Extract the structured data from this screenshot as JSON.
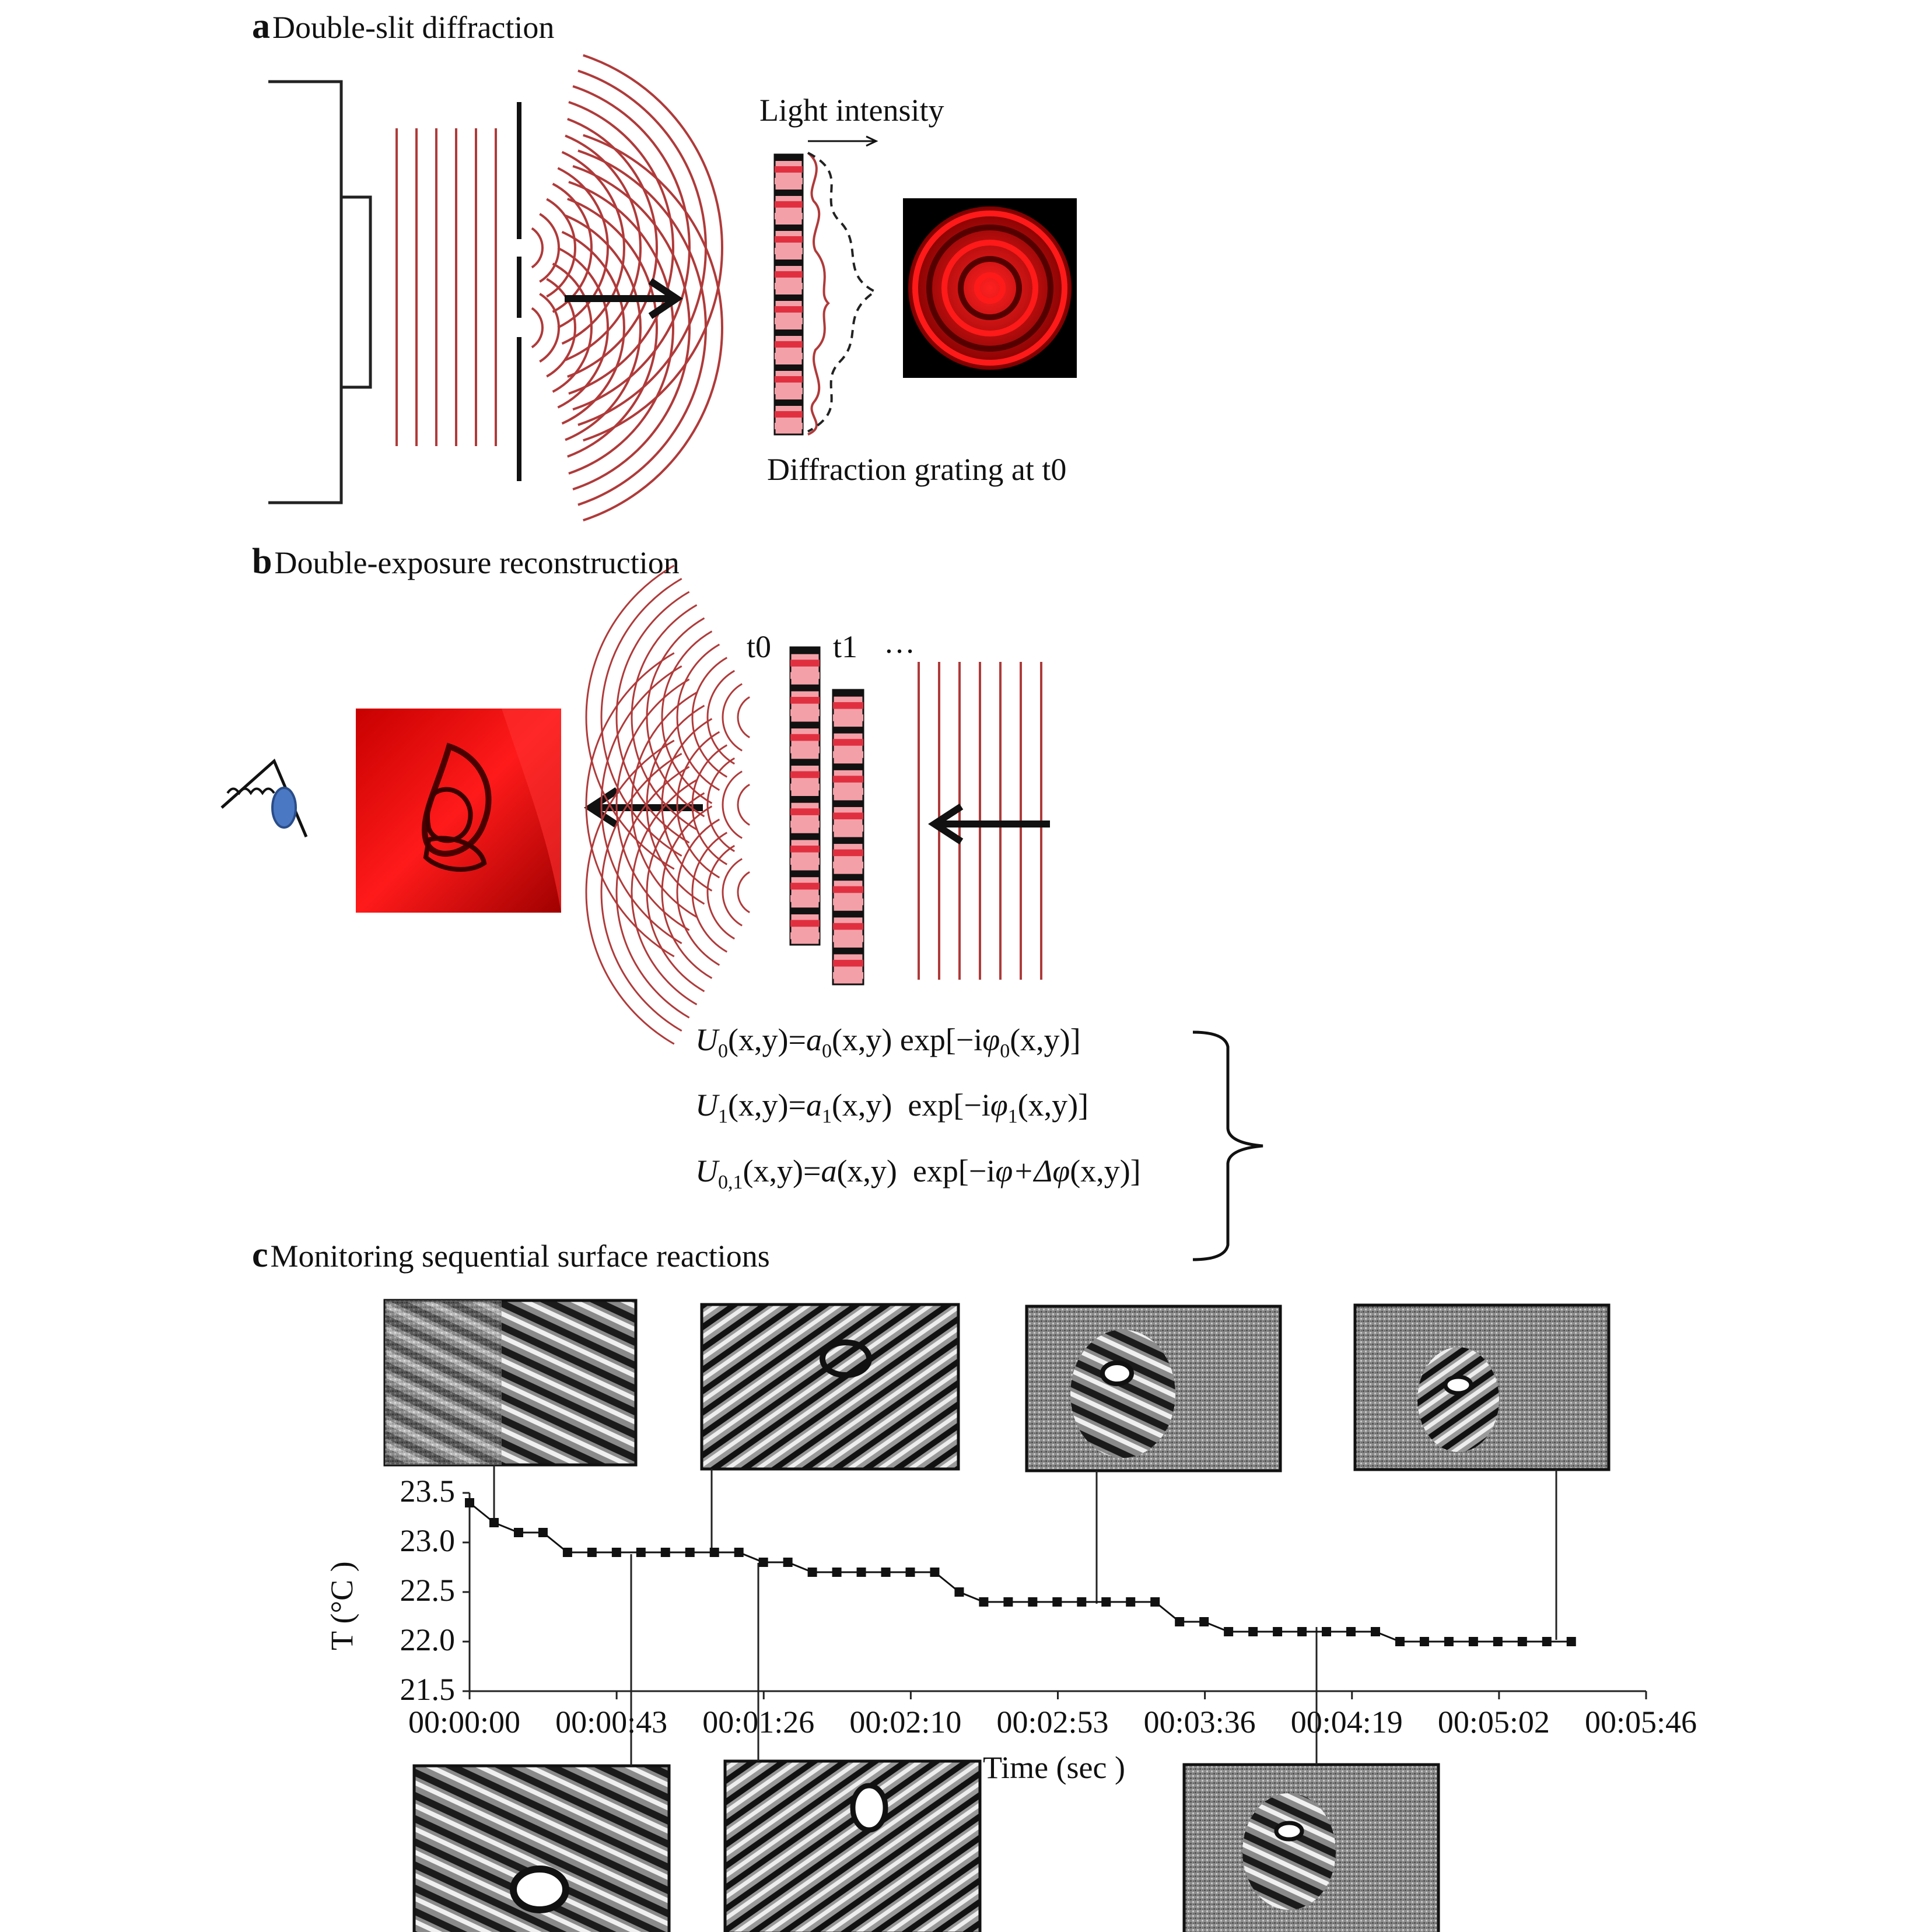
{
  "panel_a": {
    "letter": "a",
    "title": "Double-slit diffraction",
    "light_intensity_label": "Light intensity",
    "grating_label": "Diffraction grating at t0"
  },
  "panel_b": {
    "letter": "b",
    "title": "Double-exposure reconstruction",
    "t0_label": "t0",
    "t1_label": "t1",
    "ellipsis": "…",
    "formulas": [
      {
        "lhs": "U",
        "lhs_sub": "0",
        "args": "(x,y)",
        "eq": "=",
        "amp": "a",
        "amp_sub": "0",
        "amp_args": "(x,y)",
        "exp": "exp[−i",
        "phi": "φ",
        "phi_sub": "0",
        "phi_args": "(x,y)]"
      },
      {
        "lhs": "U",
        "lhs_sub": "1",
        "args": "(x,y)",
        "eq": "=",
        "amp": "a",
        "amp_sub": "1",
        "amp_args": "(x,y)",
        "exp": "exp[−i",
        "phi": "φ",
        "phi_sub": "1",
        "phi_args": "(x,y)]"
      },
      {
        "lhs": "U",
        "lhs_sub": "0,1",
        "args": "(x,y)",
        "eq": "=",
        "amp": "a",
        "amp_sub": "",
        "amp_args": "(x,y)",
        "exp": "exp[−i",
        "phi": "φ+Δφ",
        "phi_sub": "",
        "phi_args": "(x,y)]"
      }
    ]
  },
  "panel_c": {
    "letter": "c",
    "title": "Monitoring sequential surface reactions"
  },
  "colors": {
    "wave_red": "#b03a3a",
    "grating_pink": "#f4a0a8",
    "grating_red": "#e03040",
    "grating_black": "#111111",
    "ring_red": "#ff1a1a"
  },
  "chart_data": {
    "type": "line",
    "title": "",
    "xlabel": "Time (sec )",
    "ylabel": "T (°C )",
    "x_ticks": [
      "00:00:00",
      "00:00:43",
      "00:01:26",
      "00:02:10",
      "00:02:53",
      "00:03:36",
      "00:04:19",
      "00:05:02",
      "00:05:46"
    ],
    "y_ticks": [
      "23.5",
      "23.0",
      "22.5",
      "22.0",
      "21.5"
    ],
    "ylim": [
      21.5,
      23.5
    ],
    "xlim_seconds": [
      0,
      346
    ],
    "grid": false,
    "series": [
      {
        "marker": "square",
        "x_seconds": [
          0,
          7.2,
          14.4,
          21.6,
          28.8,
          36,
          43.2,
          50.4,
          57.6,
          64.8,
          72,
          79.2,
          86.4,
          93.6,
          100.8,
          108,
          115.2,
          122.4,
          129.6,
          136.8,
          144,
          151.2,
          158.4,
          165.6,
          172.8,
          180,
          187.2,
          194.4,
          201.6,
          208.8,
          216,
          223.2,
          230.4,
          237.6,
          244.8,
          252,
          259.2,
          266.4,
          273.6,
          280.8,
          288,
          295.2,
          302.4,
          309.6,
          316.8,
          324
        ],
        "values": [
          23.4,
          23.2,
          23.1,
          23.1,
          22.9,
          22.9,
          22.9,
          22.9,
          22.9,
          22.9,
          22.9,
          22.9,
          22.8,
          22.8,
          22.7,
          22.7,
          22.7,
          22.7,
          22.7,
          22.7,
          22.5,
          22.4,
          22.4,
          22.4,
          22.4,
          22.4,
          22.4,
          22.4,
          22.4,
          22.2,
          22.2,
          22.1,
          22.1,
          22.1,
          22.1,
          22.1,
          22.1,
          22.1,
          22.0,
          22.0,
          22.0,
          22.0,
          22.0,
          22.0,
          22.0,
          22.0
        ]
      }
    ]
  }
}
